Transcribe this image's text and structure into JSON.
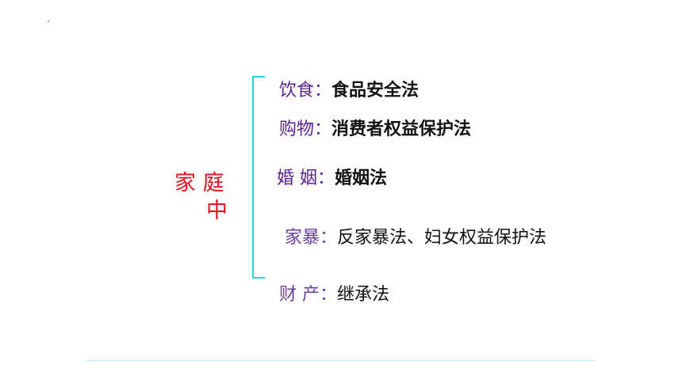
{
  "topic": {
    "line1": "家 庭",
    "line2": "中"
  },
  "items": [
    {
      "label": "饮食：",
      "value": "食品安全法"
    },
    {
      "label": "购物：",
      "value": "消费者权益保护法"
    },
    {
      "label": "婚 姻：",
      "value": "婚姻法"
    },
    {
      "label": "家暴：",
      "value": "反家暴法、妇女权益保护法"
    },
    {
      "label": "财 产：",
      "value": "继承法"
    }
  ],
  "colors": {
    "topic": "#e8101a",
    "label": "#5b1e9b",
    "bracket": "#22d3e6"
  }
}
